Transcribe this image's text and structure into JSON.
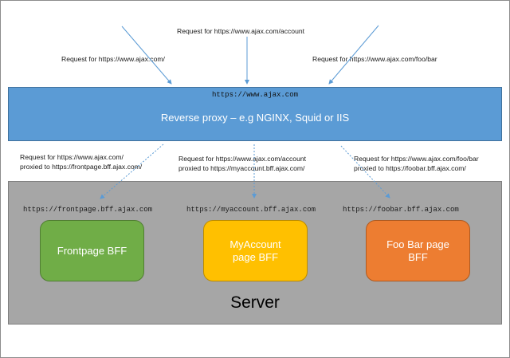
{
  "requests": {
    "account": "Request for https://www.ajax.com/account",
    "root": "Request for https://www.ajax.com/",
    "foobar": "Request for https://www.ajax.com/foo/bar"
  },
  "proxy": {
    "url": "https://www.ajax.com",
    "title": "Reverse proxy – e.g NGINX, Squid or IIS"
  },
  "proxied": {
    "front": {
      "line1": "Request for https://www.ajax.com/",
      "line2": "proxied to https://frontpage.bff.ajax.com/"
    },
    "myacc": {
      "line1": "Request for https://www.ajax.com/account",
      "line2": "proxied to https://myaccount.bff.ajax.com/"
    },
    "foo": {
      "line1": "Request for https://www.ajax.com/foo/bar",
      "line2": "proxied to https://foobar.bff.ajax.com/"
    }
  },
  "server": {
    "label": "Server",
    "urls": {
      "front": "https://frontpage.bff.ajax.com",
      "myacc": "https://myaccount.bff.ajax.com",
      "foo": "https://foobar.bff.ajax.com"
    },
    "bffs": {
      "front": {
        "line1": "Frontpage BFF",
        "line2": ""
      },
      "myacc": {
        "line1": "MyAccount",
        "line2": "page BFF"
      },
      "foo": {
        "line1": "Foo Bar page",
        "line2": "BFF"
      }
    }
  },
  "colors": {
    "proxy": "#5b9bd5",
    "server": "#a6a6a6",
    "frontpage_bff": "#70ad47",
    "myaccount_bff": "#ffc000",
    "foobar_bff": "#ed7d31",
    "arrow": "#5b9bd5"
  }
}
